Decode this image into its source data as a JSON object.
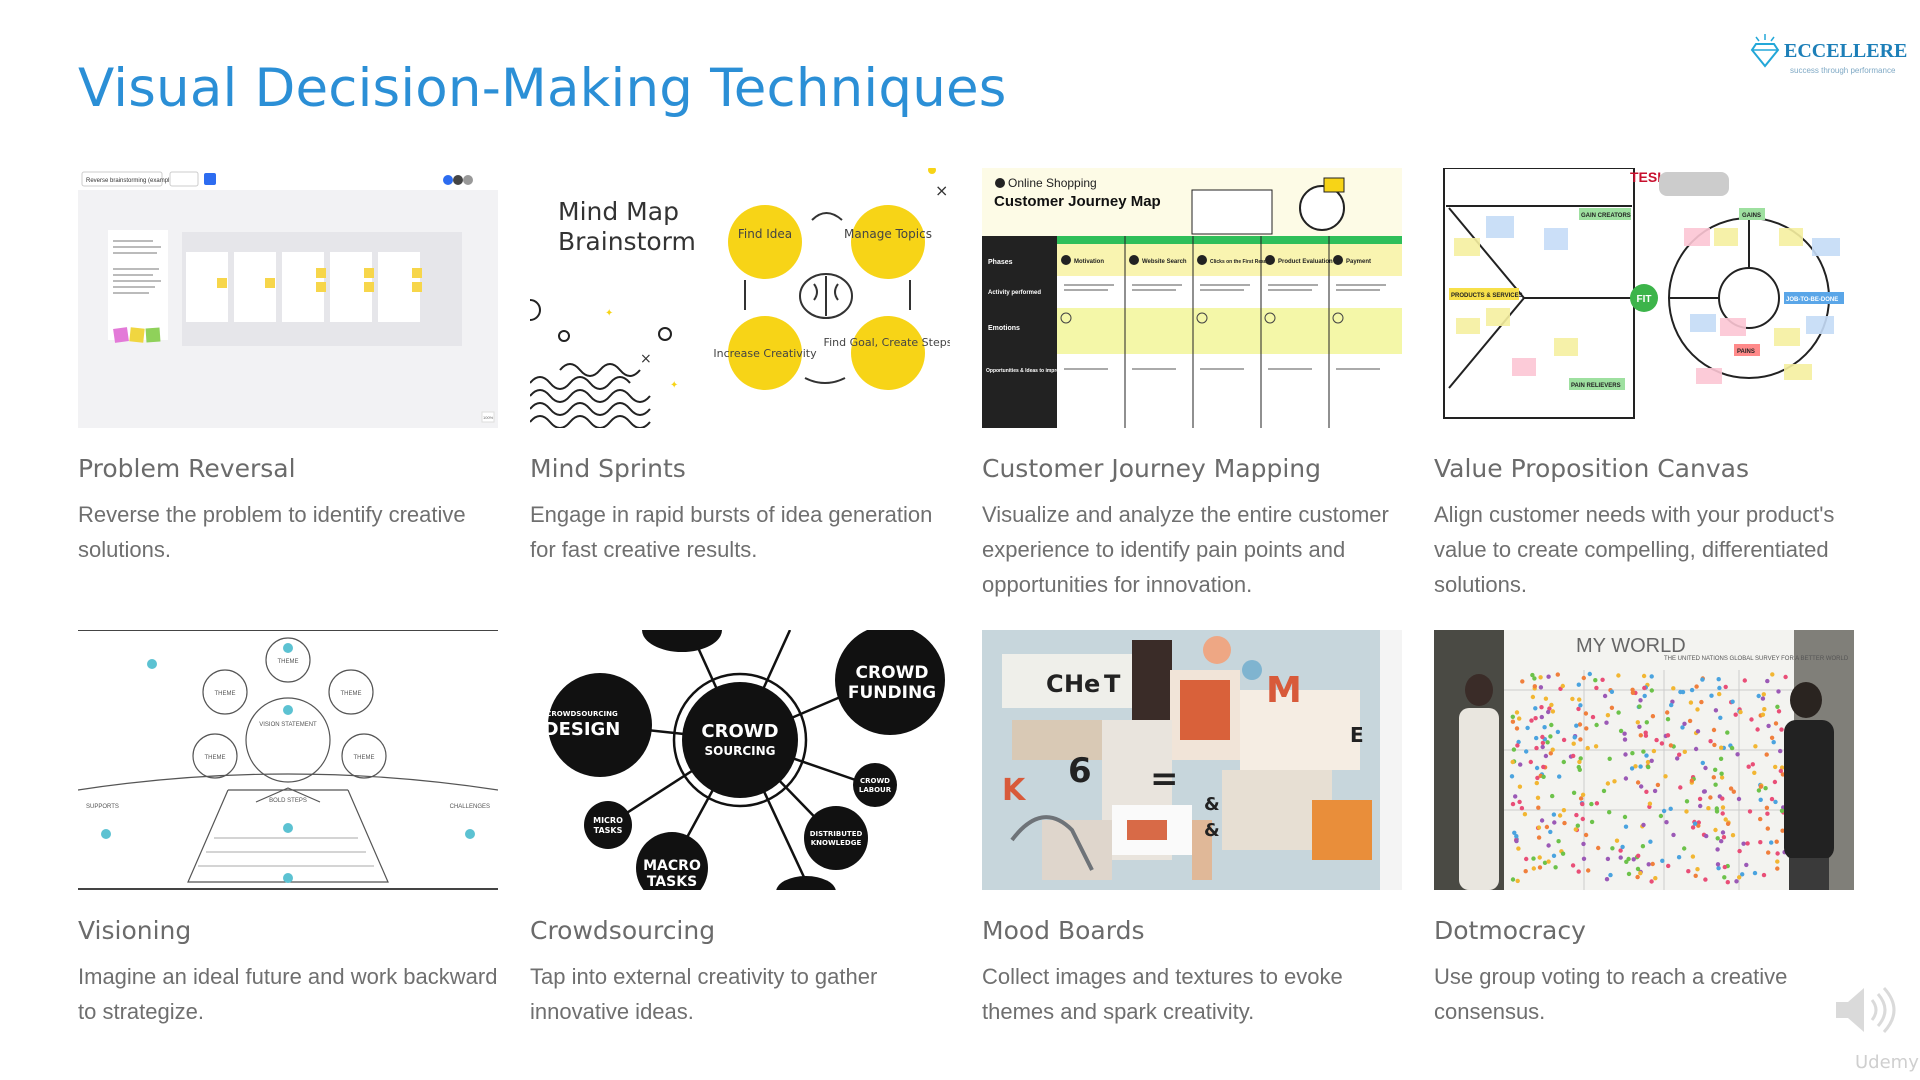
{
  "slide": {
    "title": "Visual Decision-Making Techniques",
    "logo": {
      "brand": "ECCELLERE",
      "tagline": "success through performance"
    },
    "watermark": "Udemy"
  },
  "cards": [
    {
      "title": "Problem Reversal",
      "description": "Reverse the problem to identify creative solutions.",
      "image_text": {
        "header": "Reverse brainstorming (example)",
        "zoom": "100%"
      }
    },
    {
      "title": "Mind Sprints",
      "description": "Engage in rapid bursts of idea generation for fast creative results.",
      "image_text": {
        "heading_line1": "Mind Map",
        "heading_line2": "Brainstorm",
        "nodes": [
          "Find Idea",
          "Manage Topics",
          "Increase Creativity",
          "Find Goal, Create Steps"
        ]
      }
    },
    {
      "title": "Customer Journey Mapping",
      "description": "Visualize and analyze the entire customer experience to identify pain points and opportunities for innovation.",
      "image_text": {
        "heading_line1": "Online Shopping",
        "heading_line2": "Customer Journey Map",
        "rows": [
          "Phases",
          "Activity performed",
          "Emotions",
          "Opportunities & Ideas to improve"
        ],
        "stages": [
          "Motivation",
          "Website Search",
          "Clicks on the First Result",
          "Product Evaluation",
          "Payment"
        ]
      }
    },
    {
      "title": "Value Proposition Canvas",
      "description": "Align customer needs with your product's value to create compelling, differentiated solutions.",
      "image_text": {
        "brand": "TESLA",
        "fit": "FIT",
        "labels": [
          "GAIN CREATORS",
          "PRODUCTS & SERVICES",
          "PAIN RELIEVERS",
          "GAINS",
          "PAINS",
          "JOB-TO-BE-DONE"
        ]
      }
    },
    {
      "title": "Visioning",
      "description": "Imagine an ideal future and work backward to strategize.",
      "image_text": {
        "center": "VISION STATEMENT",
        "themes": [
          "THEME",
          "THEME",
          "THEME",
          "THEME",
          "THEME"
        ],
        "supports": "SUPPORTS",
        "bold_steps": "BOLD STEPS",
        "challenges": "CHALLENGES"
      }
    },
    {
      "title": "Crowdsourcing",
      "description": "Tap into external creativity to gather innovative ideas.",
      "image_text": {
        "center_line1": "CROWD",
        "center_line2": "SOURCING",
        "funding_line1": "CROWD",
        "funding_line2": "FUNDING",
        "design_line1": "CROWDSOURCING",
        "design_line2": "DESIGN",
        "labour_line1": "CROWD",
        "labour_line2": "LABOUR",
        "micro_line1": "MICRO",
        "micro_line2": "TASKS",
        "macro_line1": "MACRO",
        "macro_line2": "TASKS",
        "dist_line1": "DISTRIBUTED",
        "dist_line2": "KNOWLEDGE"
      }
    },
    {
      "title": "Mood Boards",
      "description": "Collect images and textures to evoke themes and spark creativity.",
      "image_text": {
        "letters": [
          "C",
          "H",
          "e",
          "T",
          "M",
          "E",
          "K",
          "6",
          "=",
          "&",
          "&"
        ]
      }
    },
    {
      "title": "Dotmocracy",
      "description": "Use group voting to reach a creative consensus.",
      "image_text": {
        "banner": "MY WORLD",
        "subtitle": "THE UNITED NATIONS GLOBAL SURVEY FOR A BETTER WORLD"
      }
    }
  ],
  "colors": {
    "title": "#2b8fd6",
    "mind_yellow": "#f7d417",
    "value_green": "#3cb44a",
    "text_gray": "#6f6f6f"
  },
  "icons": [
    "diamond-logo-icon",
    "speaker-icon"
  ]
}
